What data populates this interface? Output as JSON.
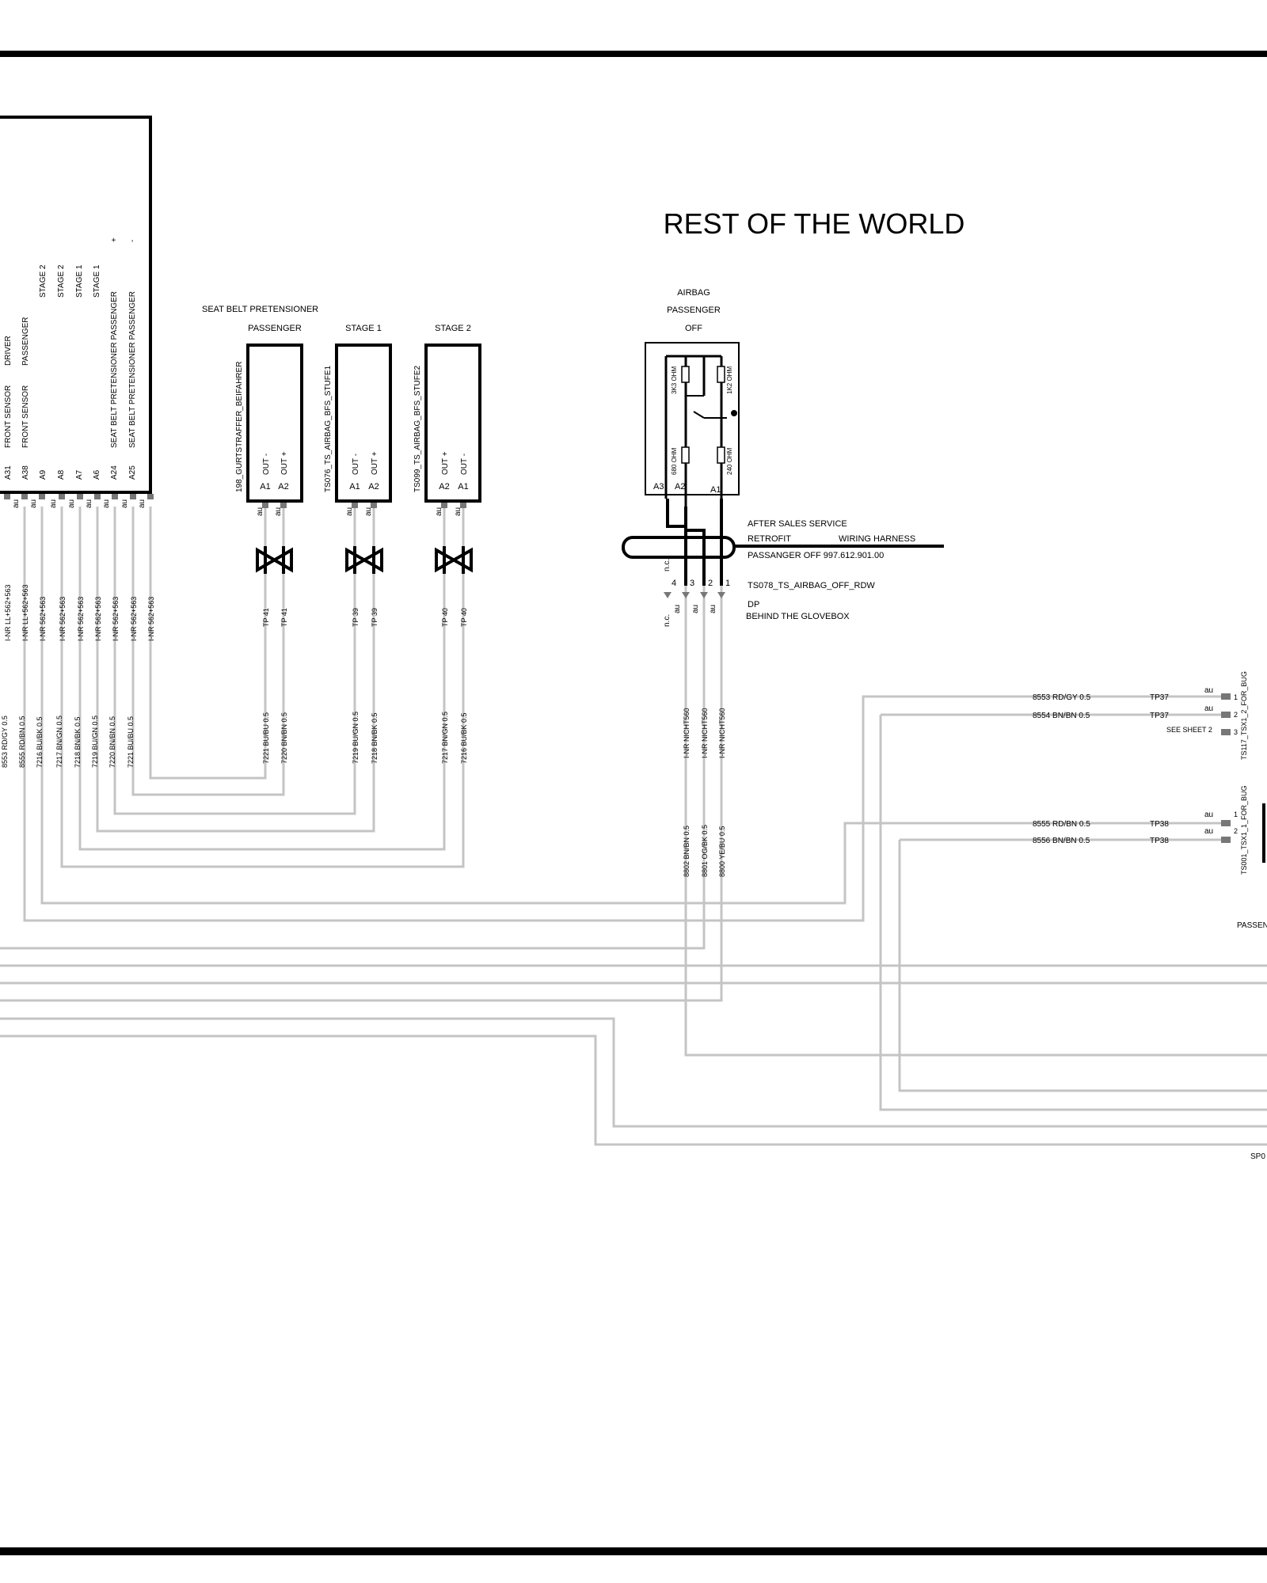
{
  "title": "REST OF THE WORLD",
  "control_unit": {
    "pin_labels": [
      {
        "pin": "A31",
        "name": "FRONT SENSOR",
        "sub": "DRIVER",
        "stage": "",
        "pol": ""
      },
      {
        "pin": "A38",
        "name": "FRONT SENSOR",
        "sub": "PASSENGER",
        "stage": "",
        "pol": ""
      },
      {
        "pin": "A9",
        "name": "",
        "sub": "",
        "stage": "STAGE 2",
        "pol": ""
      },
      {
        "pin": "A8",
        "name": "",
        "sub": "",
        "stage": "STAGE 2",
        "pol": ""
      },
      {
        "pin": "A7",
        "name": "",
        "sub": "",
        "stage": "STAGE 1",
        "pol": ""
      },
      {
        "pin": "A6",
        "name": "",
        "sub": "",
        "stage": "STAGE 1",
        "pol": ""
      },
      {
        "pin": "A24",
        "name": "SEAT BELT PRETENSIONER PASSENGER",
        "sub": "",
        "stage": "",
        "pol": "+"
      },
      {
        "pin": "A25",
        "name": "SEAT BELT PRETENSIONER PASSENGER",
        "sub": "",
        "stage": "",
        "pol": "-"
      }
    ],
    "au": "au",
    "wire_codes": [
      "I-NR LL+562+563",
      "I-NR LL+562+563",
      "I-NR 562+563",
      "I-NR 562+563",
      "I-NR 562+563",
      "I-NR 562+563",
      "I-NR 562+563",
      "I-NR 562+563",
      "I-NR 562+563"
    ],
    "wire_labels": [
      "8553 RD/GY 0.5",
      "8555 RD/BN 0.5",
      "7216 BU/BK 0.5",
      "7217 BN/GN 0.5",
      "7218 BN/BK 0.5",
      "7219 BU/GN 0.5",
      "7220 BN/BN 0.5",
      "7221 BU/BU 0.5"
    ]
  },
  "pretensioner": {
    "title": "SEAT BELT PRETENSIONER",
    "components": [
      {
        "header": "PASSENGER",
        "name": "198_GURTSTRAFFER_BEIFAHRER",
        "pins": [
          "A1",
          "A2"
        ],
        "outs": [
          "OUT -",
          "OUT +"
        ],
        "tps": [
          "TP 41",
          "TP 41"
        ],
        "wires": [
          "7221 BU/BU 0.5",
          "7220 BN/BN 0.5"
        ]
      },
      {
        "header": "STAGE 1",
        "name": "TS076_TS_AIRBAG_BFS_STUFE1",
        "pins": [
          "A1",
          "A2"
        ],
        "outs": [
          "OUT -",
          "OUT +"
        ],
        "tps": [
          "TP 39",
          "TP 39"
        ],
        "wires": [
          "7219 BU/GN 0.5",
          "7218 BN/BK 0.5"
        ]
      },
      {
        "header": "STAGE 2",
        "name": "TS099_TS_AIRBAG_BFS_STUFE2",
        "pins": [
          "A2",
          "A1"
        ],
        "outs": [
          "OUT +",
          "OUT -"
        ],
        "tps": [
          "TP 40",
          "TP 40"
        ],
        "wires": [
          "7217 BN/GN 0.5",
          "7216 BU/BK 0.5"
        ]
      }
    ],
    "au": "au"
  },
  "airbag_switch": {
    "title_lines": [
      "AIRBAG",
      "PASSENGER",
      "OFF"
    ],
    "resistors": [
      "3K3 OHM",
      "1K2 OHM",
      "680 OHM",
      "240 OHM"
    ],
    "pins": [
      "A3",
      "A2",
      "A1"
    ],
    "connector_pins": [
      "4",
      "3",
      "2",
      "1"
    ],
    "nc": "n.c.",
    "au": "au",
    "wire_codes": [
      "I-NR NICHT560",
      "I-NR NICHT560",
      "I-NR NICHT560"
    ],
    "wire_labels": [
      "8802 BN/BN 0.5",
      "8801 OG/BK 0.5",
      "8800 YE/BU 0.5"
    ],
    "notes": {
      "after_sales": "AFTER SALES SERVICE",
      "retrofit": "RETROFIT",
      "wiring_harness": "WIRING HARNESS",
      "part": "PASSANGER OFF 997.612.901.00",
      "connector": "TS078_TS_AIRBAG_OFF_RDW",
      "dp": "DP",
      "location": "BEHIND THE GLOVEBOX"
    }
  },
  "right_connectors": {
    "upper": {
      "name": "TS117_TSX1_2_FOR_BUG",
      "wires": [
        "8553 RD/GY 0.5",
        "8554 BN/BN 0.5"
      ],
      "tps": [
        "TP37",
        "TP37"
      ],
      "pins": [
        "1",
        "2",
        "3"
      ],
      "see": "SEE SHEET 2"
    },
    "lower": {
      "name": "TS001_TSX1_1_FOR_BUG",
      "wires": [
        "8555 RD/BN 0.5",
        "8556 BN/BN 0.5"
      ],
      "tps": [
        "TP38",
        "TP38"
      ],
      "pins": [
        "1",
        "2"
      ]
    },
    "au": "au",
    "passen": "PASSEN",
    "sp": "SP0"
  }
}
